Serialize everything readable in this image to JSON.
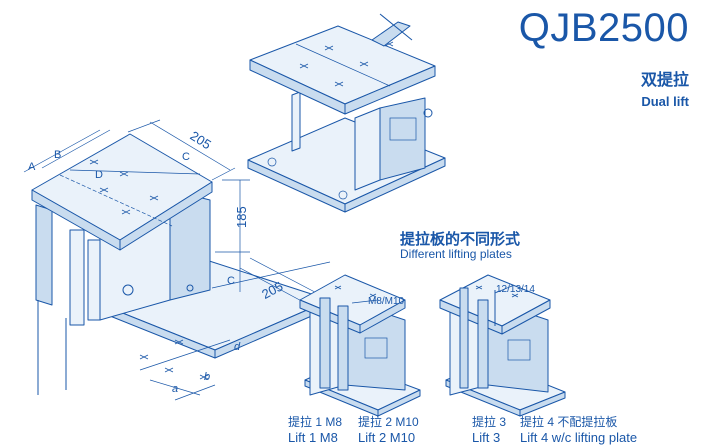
{
  "header": {
    "model": "QJB2500",
    "subtitle_cn": "双提拉",
    "subtitle_en": "Dual lift"
  },
  "section": {
    "title_cn": "提拉板的不同形式",
    "title_en": "Different lifting plates"
  },
  "dimensions": {
    "top_width": "205",
    "height": "185",
    "base_width": "205",
    "label_a_upper": "A",
    "label_b_upper": "B",
    "label_c": "C",
    "label_d_upper": "D",
    "label_c_side": "C",
    "label_d_lower": "d",
    "label_a_lower": "a",
    "label_b_lower": "b"
  },
  "variants": [
    {
      "cn": "提拉 1 M8",
      "en": "Lift 1 M8"
    },
    {
      "cn": "提拉 2 M10",
      "en": "Lift 2 M10"
    },
    {
      "cn": "提拉 3",
      "en": "Lift 3"
    },
    {
      "cn": "提拉 4  不配提拉板",
      "en": "Lift 4 w/c lifting plate"
    }
  ],
  "callouts": {
    "thread_m8_m10": "M8/M10",
    "thread_12_13_14": "12/13/14"
  },
  "colors": {
    "accent": "#1a57a8",
    "fill": "#eaf2fa",
    "fill_dark": "#c9dcef"
  }
}
